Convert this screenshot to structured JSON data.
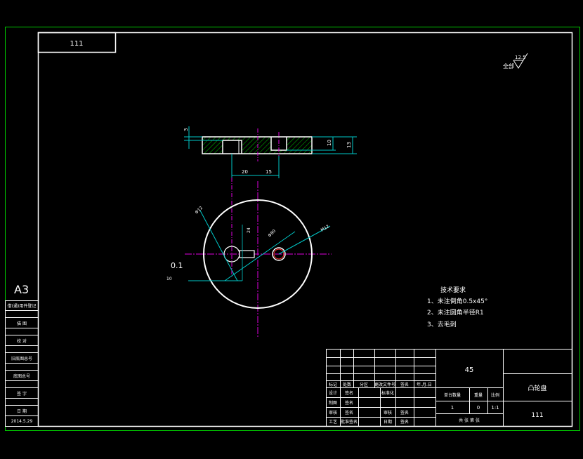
{
  "drawing": {
    "code_box": "111",
    "format": "A3",
    "surface_finish": {
      "label": "全部",
      "value": "12.5"
    },
    "side_list": [
      "借(通)用件登记",
      "描 图",
      "校 对",
      "旧底图总号",
      "底图总号",
      "签 字",
      "日 期",
      "2014.5.29"
    ],
    "dims_top": {
      "d20": "20",
      "d15": "15",
      "d3": "3",
      "d10": "10",
      "d13": "13"
    },
    "dims_plan": {
      "phi12": "Φ12",
      "phi80": "Φ80",
      "m12": "M12",
      "d24": "24",
      "d10": "10",
      "tol": "0.1"
    },
    "tech_req": {
      "title": "技术要求",
      "items": [
        "1、未注倒角0.5x45°",
        "2、未注圆角半径R1",
        "3、去毛刺"
      ]
    },
    "title_block": {
      "material": "45",
      "part_name": "凸轮盘",
      "drawing_no": "111",
      "qty_label": "单台数量",
      "mass_label": "重量",
      "scale_label": "比例",
      "qty": "1",
      "mass": "0",
      "scale": "1:1",
      "sheet_text": "共 张 第 张",
      "row_labels": [
        "标记",
        "处数",
        "分区",
        "更改文件号",
        "签名",
        "年.月.日"
      ],
      "row2": [
        "设计",
        "签名",
        "标准化"
      ],
      "row3": [
        "制图",
        "签名"
      ],
      "row4": [
        "审核",
        "签名",
        "审核",
        "签名"
      ],
      "row5": [
        "工艺",
        "批准签名",
        "日期",
        "签名"
      ]
    }
  }
}
